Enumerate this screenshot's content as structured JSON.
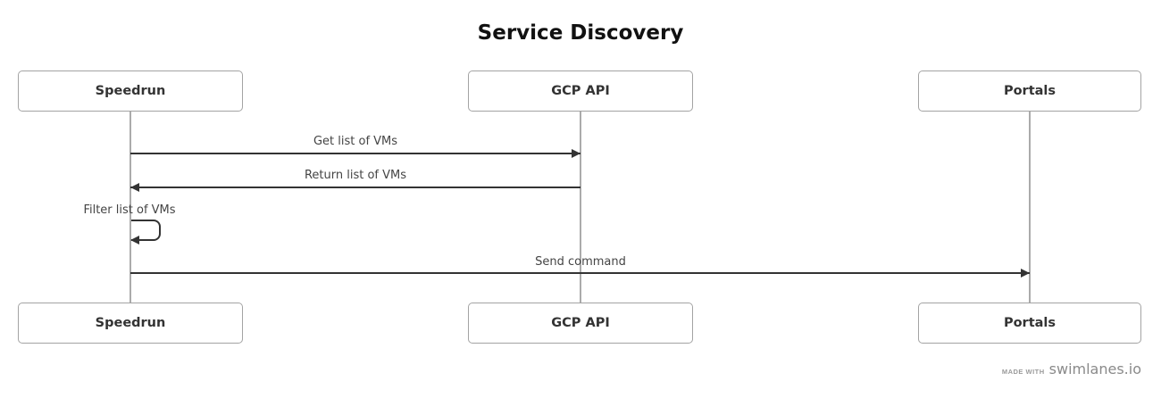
{
  "diagram": {
    "title": "Service Discovery",
    "type": "sequence-diagram"
  },
  "actors": [
    {
      "label": "Speedrun"
    },
    {
      "label": "GCP API"
    },
    {
      "label": "Portals"
    }
  ],
  "messages": [
    {
      "label": "Get list of VMs",
      "from": "Speedrun",
      "to": "GCP API",
      "style": "solid-arrow-right"
    },
    {
      "label": "Return list of VMs",
      "from": "GCP API",
      "to": "Speedrun",
      "style": "solid-arrow-left"
    },
    {
      "label": "Filter list of VMs",
      "from": "Speedrun",
      "to": "Speedrun",
      "style": "self-loop"
    },
    {
      "label": "Send command",
      "from": "Speedrun",
      "to": "Portals",
      "style": "solid-arrow-right"
    }
  ],
  "footer": {
    "made_with": "MADE WITH",
    "brand": "swimlanes.io"
  },
  "colors": {
    "message_line": "#333333",
    "lifeline": "#ababab",
    "box_border": "#a3a3a3",
    "box_text": "#333333",
    "message_label": "#444444",
    "footer_text": "#8a8a8a"
  }
}
